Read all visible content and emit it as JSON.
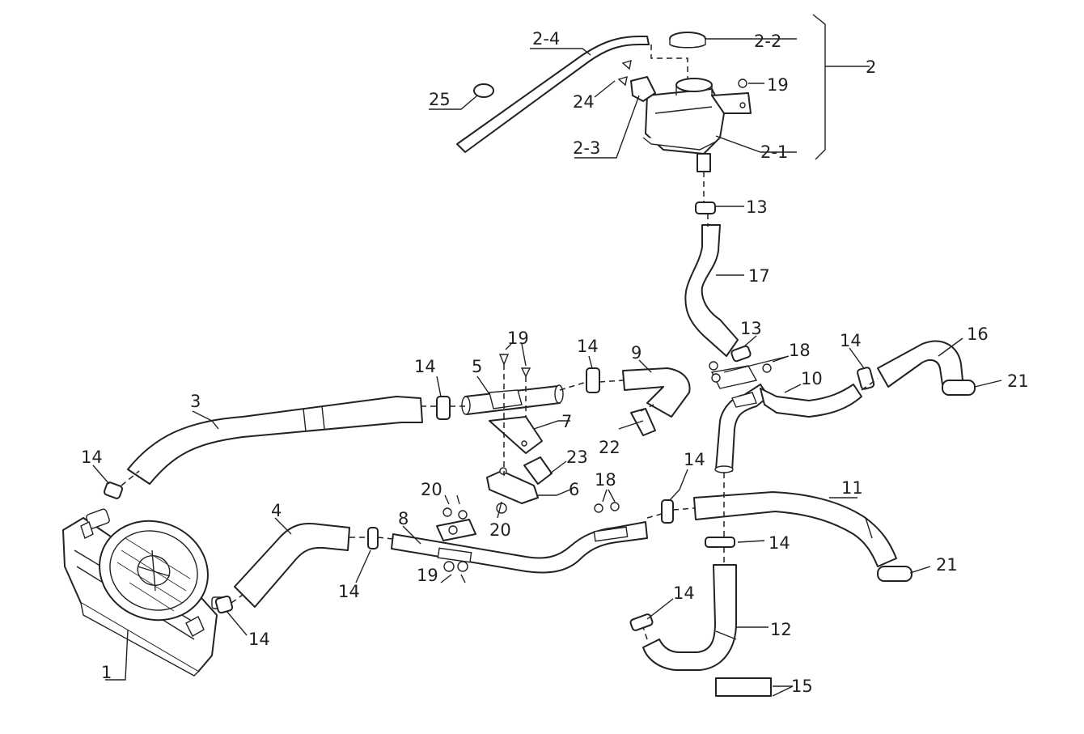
{
  "callouts": {
    "c1": "1",
    "c2": "2",
    "c2_1": "2-1",
    "c2_2": "2-2",
    "c2_3": "2-3",
    "c2_4": "2-4",
    "c3": "3",
    "c4": "4",
    "c5": "5",
    "c6": "6",
    "c7": "7",
    "c8": "8",
    "c9": "9",
    "c10": "10",
    "c11": "11",
    "c12": "12",
    "c13a": "13",
    "c13b": "13",
    "c14": "14",
    "c15": "15",
    "c16": "16",
    "c17": "17",
    "c18a": "18",
    "c18b": "18",
    "c19a": "19",
    "c19b": "19",
    "c19c": "19",
    "c20a": "20",
    "c20b": "20",
    "c21a": "21",
    "c21b": "21",
    "c22": "22",
    "c23": "23",
    "c24": "24",
    "c25": "25"
  },
  "style": {
    "line_color": "#222222",
    "background": "#ffffff"
  }
}
